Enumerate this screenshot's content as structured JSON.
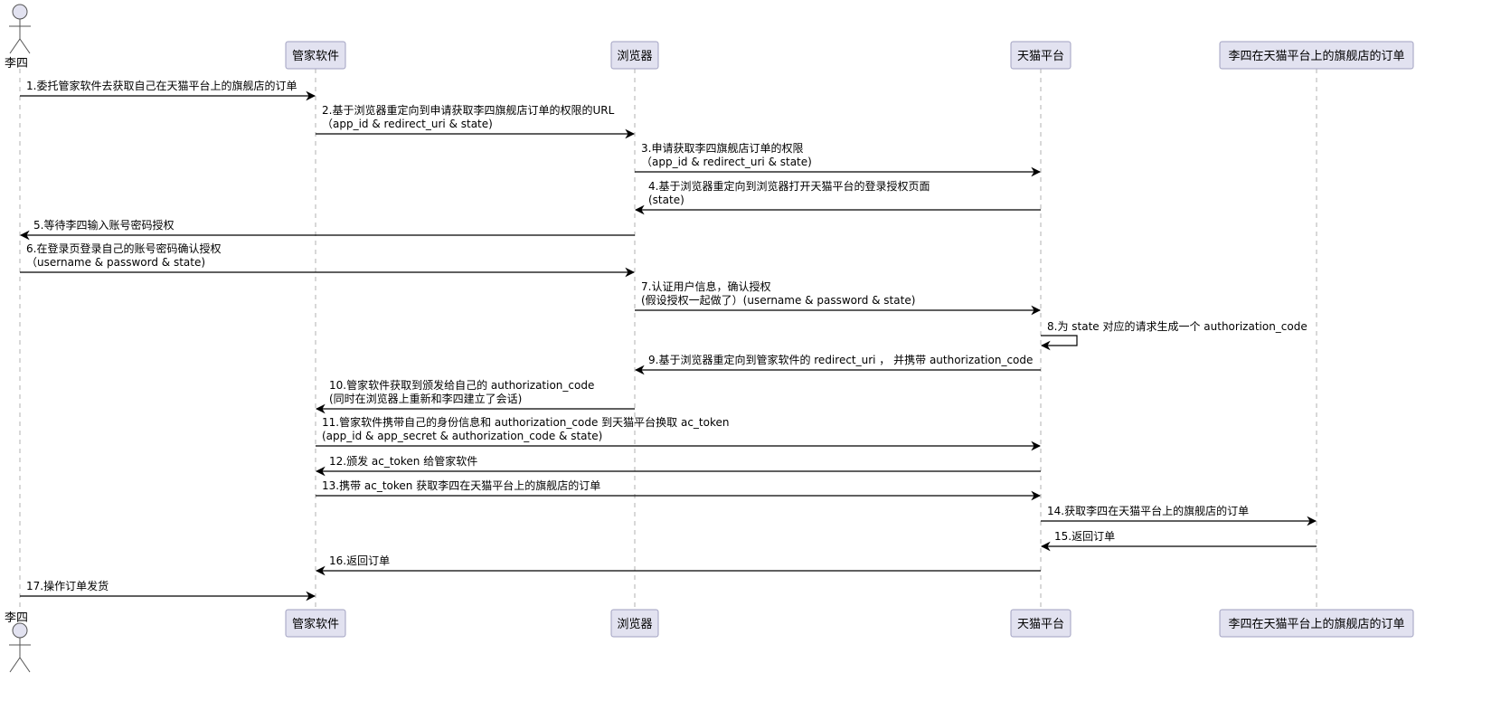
{
  "participants": [
    {
      "id": "lisi",
      "label": "李四",
      "kind": "actor",
      "icon": "stick-figure-icon"
    },
    {
      "id": "guanjia",
      "label": "管家软件",
      "kind": "box"
    },
    {
      "id": "browser",
      "label": "浏览器",
      "kind": "box"
    },
    {
      "id": "tmall",
      "label": "天猫平台",
      "kind": "box"
    },
    {
      "id": "shop",
      "label": "李四在天猫平台上的旗舰店的订单",
      "kind": "box"
    }
  ],
  "messages": [
    {
      "from": "lisi",
      "to": "guanjia",
      "lines": [
        "1.委托管家软件去获取自己在天猫平台上的旗舰店的订单"
      ]
    },
    {
      "from": "guanjia",
      "to": "browser",
      "lines": [
        "2.基于浏览器重定向到申请获取李四旗舰店订单的权限的URL",
        "（app_id & redirect_uri & state)"
      ]
    },
    {
      "from": "browser",
      "to": "tmall",
      "lines": [
        "3.申请获取李四旗舰店订单的权限",
        "（app_id & redirect_uri & state)"
      ]
    },
    {
      "from": "tmall",
      "to": "browser",
      "lines": [
        "4.基于浏览器重定向到浏览器打开天猫平台的登录授权页面",
        "(state)"
      ]
    },
    {
      "from": "browser",
      "to": "lisi",
      "lines": [
        "5.等待李四输入账号密码授权"
      ]
    },
    {
      "from": "lisi",
      "to": "browser",
      "lines": [
        "6.在登录页登录自己的账号密码确认授权",
        "（username & password & state)"
      ]
    },
    {
      "from": "browser",
      "to": "tmall",
      "lines": [
        "7.认证用户信息，确认授权",
        "(假设授权一起做了）(username & password & state)"
      ]
    },
    {
      "from": "tmall",
      "to": "tmall",
      "lines": [
        "8.为 state 对应的请求生成一个 authorization_code"
      ]
    },
    {
      "from": "tmall",
      "to": "browser",
      "lines": [
        "9.基于浏览器重定向到管家软件的 redirect_uri ， 并携带 authorization_code"
      ]
    },
    {
      "from": "browser",
      "to": "guanjia",
      "lines": [
        "10.管家软件获取到颁发给自己的 authorization_code",
        "(同时在浏览器上重新和李四建立了会话)"
      ]
    },
    {
      "from": "guanjia",
      "to": "tmall",
      "lines": [
        "11.管家软件携带自己的身份信息和 authorization_code 到天猫平台换取 ac_token",
        "(app_id & app_secret & authorization_code & state)"
      ]
    },
    {
      "from": "tmall",
      "to": "guanjia",
      "lines": [
        "12.颁发 ac_token 给管家软件"
      ]
    },
    {
      "from": "guanjia",
      "to": "tmall",
      "lines": [
        "13.携带 ac_token 获取李四在天猫平台上的旗舰店的订单"
      ]
    },
    {
      "from": "tmall",
      "to": "shop",
      "lines": [
        "14.获取李四在天猫平台上的旗舰店的订单"
      ]
    },
    {
      "from": "shop",
      "to": "tmall",
      "lines": [
        "15.返回订单"
      ]
    },
    {
      "from": "tmall",
      "to": "guanjia",
      "lines": [
        "16.返回订单"
      ]
    },
    {
      "from": "lisi",
      "to": "guanjia",
      "lines": [
        "17.操作订单发货"
      ]
    }
  ]
}
